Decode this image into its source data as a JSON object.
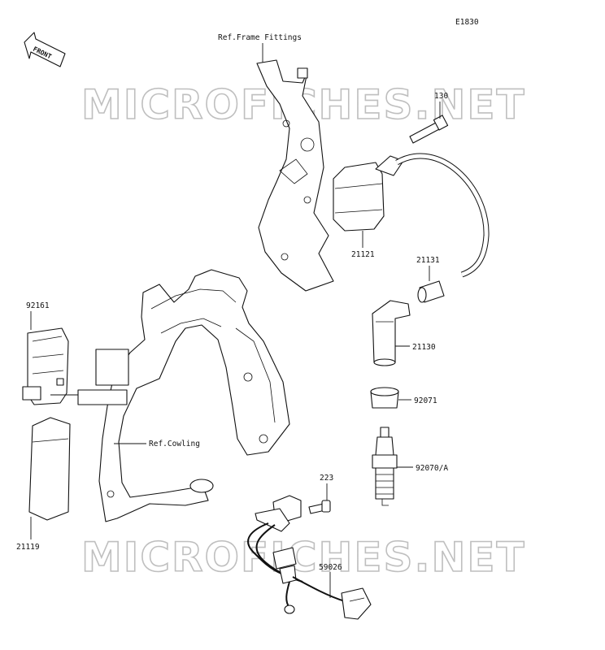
{
  "diagram_code": "E1830",
  "direction_arrow": "FRONT",
  "watermark": "MICROFICHES.NET",
  "refs": {
    "frame_fittings": "Ref.Frame Fittings",
    "cowling": "Ref.Cowling"
  },
  "parts": {
    "p130": "130",
    "p21121": "21121",
    "p21131": "21131",
    "p21130": "21130",
    "p92071": "92071",
    "p92070a": "92070/A",
    "p92161": "92161",
    "p21119": "21119",
    "p223": "223",
    "p59026": "59026"
  }
}
